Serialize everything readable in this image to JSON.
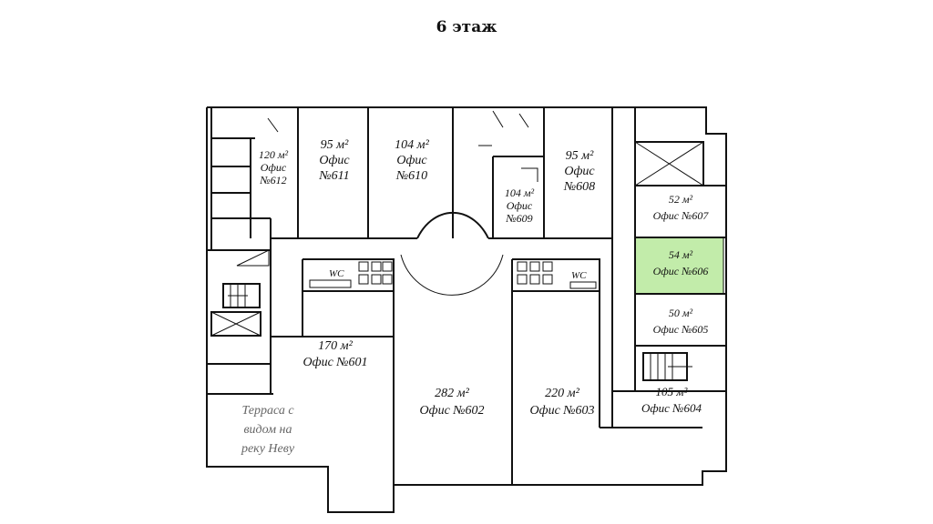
{
  "title": "6 этаж",
  "highlight_color": "#c2ecaa",
  "rooms": [
    {
      "id": "612",
      "area": "120 м²",
      "name": "Офис",
      "num": "№612"
    },
    {
      "id": "611",
      "area": "95 м²",
      "name": "Офис",
      "num": "№611"
    },
    {
      "id": "610",
      "area": "104 м²",
      "name": "Офис",
      "num": "№610"
    },
    {
      "id": "609",
      "area": "104 м²",
      "name": "Офис",
      "num": "№609"
    },
    {
      "id": "608",
      "area": "95 м²",
      "name": "Офис",
      "num": "№608"
    },
    {
      "id": "607",
      "area": "52 м²",
      "line": "Офис №607"
    },
    {
      "id": "606",
      "area": "54 м²",
      "line": "Офис №606",
      "highlighted": true
    },
    {
      "id": "605",
      "area": "50 м²",
      "line": "Офис №605"
    },
    {
      "id": "604",
      "area": "105 м²",
      "line": "Офис №604"
    },
    {
      "id": "601",
      "area": "170 м²",
      "line": "Офис №601"
    },
    {
      "id": "602",
      "area": "282 м²",
      "line": "Офис №602"
    },
    {
      "id": "603",
      "area": "220 м²",
      "line": "Офис №603"
    }
  ],
  "wc_label": "WC",
  "terrace": {
    "line1": "Терраса с",
    "line2": "видом на",
    "line3": "реку Неву"
  }
}
